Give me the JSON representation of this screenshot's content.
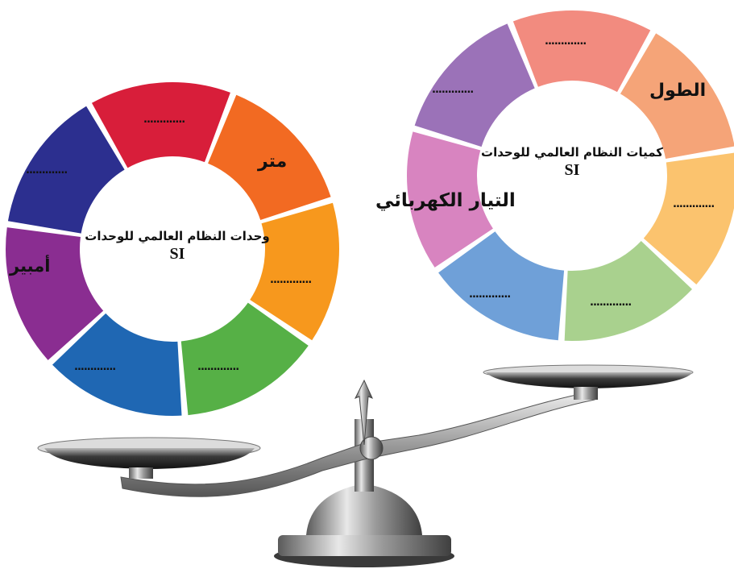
{
  "wheels": {
    "units": {
      "title": "وحدات النظام العالمي للوحدات",
      "si": "SI",
      "labels": {
        "meter": "متر",
        "ampere": "أمبير",
        "blank": "............."
      }
    },
    "quantities": {
      "title": "كميات النظام العالمي للوحدات",
      "si": "SI",
      "labels": {
        "length": "الطول",
        "current": "التيار الكهربائي",
        "blank": "............."
      }
    }
  },
  "colors": {
    "units_segments": [
      "#d81e3a",
      "#f26a22",
      "#f7981d",
      "#56b046",
      "#1f67b3",
      "#8a2d91",
      "#2c2f8f"
    ],
    "quantities_segments": [
      "#f28b7f",
      "#f5a478",
      "#fbc36e",
      "#a9d18e",
      "#6fa0d8",
      "#d884c0",
      "#9b72b8"
    ]
  }
}
